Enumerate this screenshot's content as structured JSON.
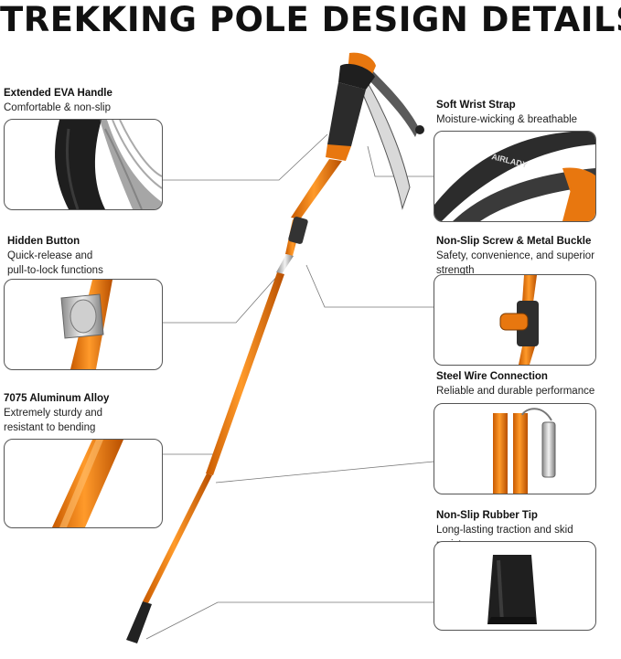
{
  "title": "TREKKING POLE DESIGN DETAILS",
  "colors": {
    "accent": "#e8770f",
    "grip": "#2a2a2a",
    "metal": "#b9b9b9"
  },
  "features": {
    "handle": {
      "heading": "Extended EVA Handle",
      "desc": [
        "Comfortable & non-slip"
      ]
    },
    "button": {
      "heading": "Hidden Button",
      "desc": [
        "Quick-release and",
        "pull-to-lock functions"
      ]
    },
    "alloy": {
      "heading": "7075 Aluminum Alloy",
      "desc": [
        "Extremely sturdy and",
        "resistant to bending"
      ]
    },
    "strap": {
      "heading": "Soft Wrist Strap",
      "desc": [
        "Moisture-wicking & breathable"
      ],
      "strap_text": "AIRLADY"
    },
    "buckle": {
      "heading": "Non-Slip Screw & Metal Buckle",
      "desc": [
        "Safety, convenience, and superior",
        "strength"
      ]
    },
    "wire": {
      "heading": "Steel Wire Connection",
      "desc": [
        "Reliable and durable performance"
      ]
    },
    "tip": {
      "heading": "Non-Slip Rubber Tip",
      "desc": [
        "Long-lasting traction and skid resistance"
      ]
    }
  }
}
